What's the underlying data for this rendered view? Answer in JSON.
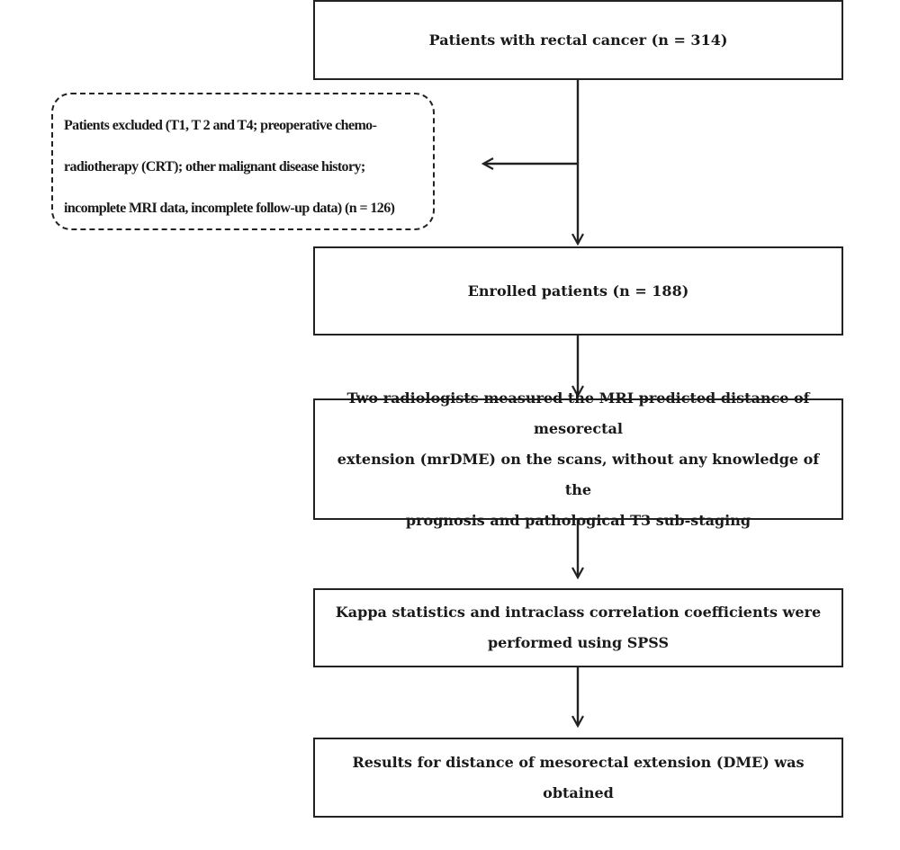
{
  "flowchart": {
    "step1": "Patients with rectal cancer (n = 314)",
    "excluded": [
      "Patients excluded (T1, T 2 and T4; preoperative chemo-",
      "radiotherapy (CRT); other malignant disease history;",
      "incomplete MRI data, incomplete follow-up data) (n = 126)"
    ],
    "step2": "Enrolled patients (n = 188)",
    "step3": [
      "Two radiologists measured the MRI predicted distance of mesorectal",
      "extension (mrDME) on the scans, without any knowledge of the",
      "prognosis and pathological T3 sub-staging"
    ],
    "step4": [
      "Kappa statistics and intraclass correlation coefficients were",
      "performed using SPSS"
    ],
    "step5": [
      "Results for distance of mesorectal extension (DME) was",
      "obtained"
    ]
  }
}
